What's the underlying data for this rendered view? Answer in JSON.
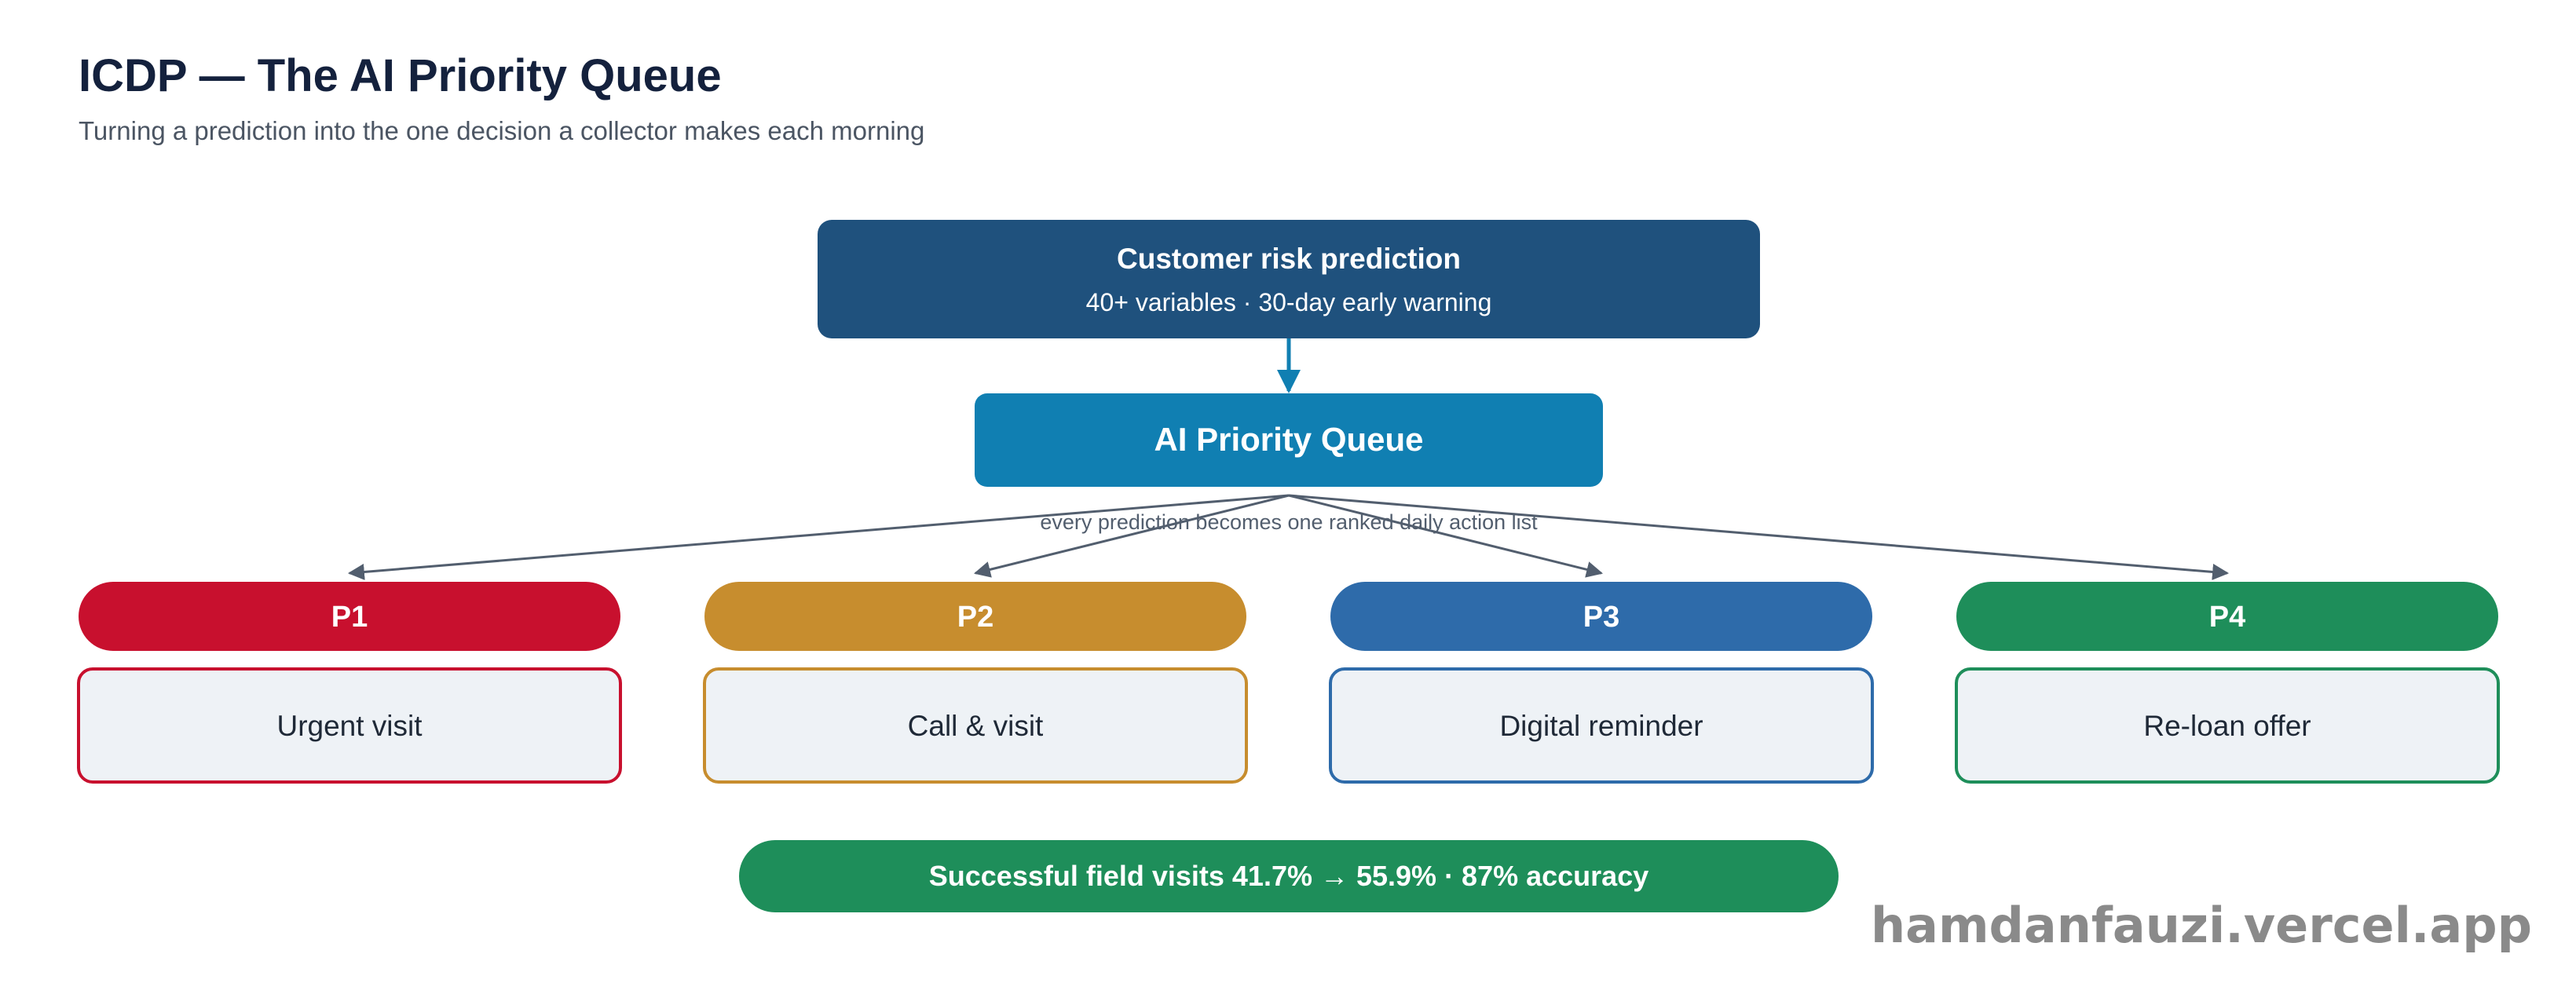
{
  "header": {
    "title": "ICDP — The AI Priority Queue",
    "subtitle": "Turning a prediction into the one decision a collector makes each morning"
  },
  "prediction": {
    "title": "Customer risk prediction",
    "detail": "40+ variables · 30-day early warning"
  },
  "queue": {
    "title": "AI Priority Queue",
    "caption": "every prediction becomes one ranked daily action list"
  },
  "tiers": [
    {
      "id": "p1",
      "label": "P1",
      "action": "Urgent visit",
      "color": "#C8102E"
    },
    {
      "id": "p2",
      "label": "P2",
      "action": "Call & visit",
      "color": "#C78D2E"
    },
    {
      "id": "p3",
      "label": "P3",
      "action": "Digital reminder",
      "color": "#2E6BAA"
    },
    {
      "id": "p4",
      "label": "P4",
      "action": "Re-loan offer",
      "color": "#1E8E5A"
    }
  ],
  "result": {
    "text": "Successful field visits 41.7% → 55.9% · 87% accuracy"
  },
  "watermark": {
    "text": "hamdanfauzi.vercel.app"
  },
  "colors": {
    "prediction_box": "#1F517D",
    "queue_box": "#107FB2",
    "result_box": "#1E8E5A",
    "title_text": "#14213D",
    "subtitle_text": "#4B5563",
    "connector": "#525E6E",
    "action_fill": "#EEF2F6",
    "watermark": "#8A8A8A"
  }
}
